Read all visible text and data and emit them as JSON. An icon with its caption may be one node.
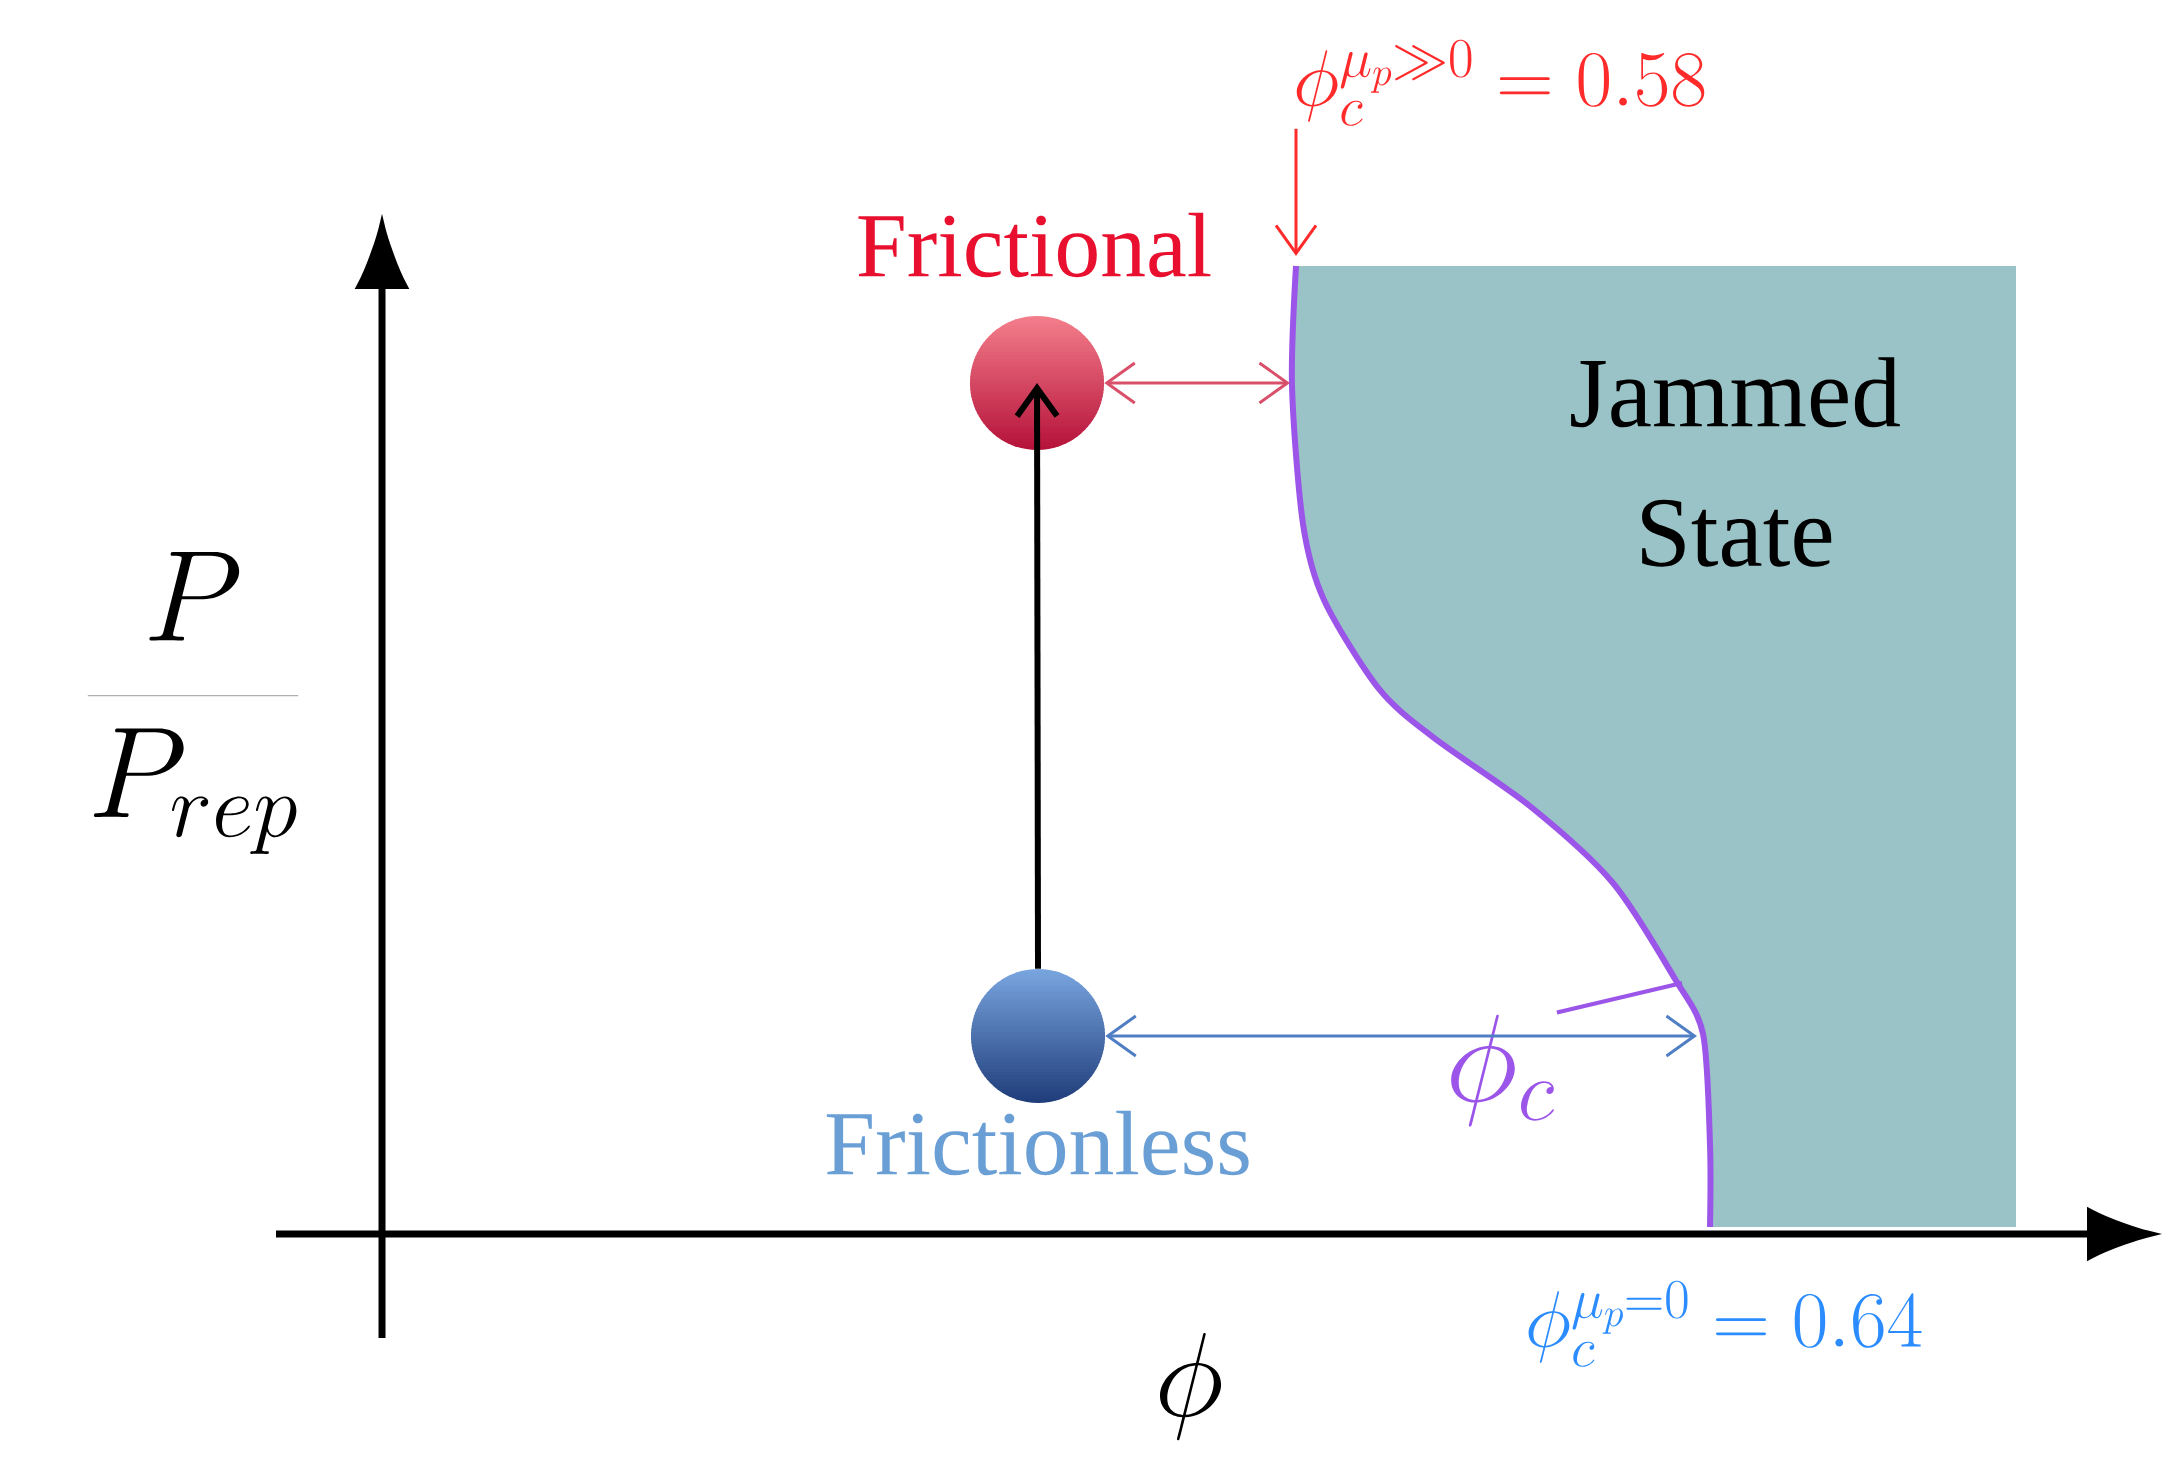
{
  "diagram": {
    "nodes": [
      {
        "text": [
          "Frictional"
        ]
      },
      {
        "text": [
          "Frictionless"
        ]
      },
      {
        "text": [
          "Jammed State"
        ]
      },
      {
        "text": [
          "\\phi_c^{\\mu_p\\gg 0} = 0.58"
        ]
      },
      {
        "text": [
          "\\phi_c"
        ]
      }
    ],
    "edges": [
      {
        "from": 1,
        "to": 0,
        "arrow": "to",
        "color": "#000000"
      },
      {
        "from": 0,
        "to": 2,
        "arrow": "both",
        "color": "#d9506a"
      },
      {
        "from": 1,
        "to": 2,
        "arrow": "both",
        "color": "#4f7ec4"
      },
      {
        "from": 3,
        "to": 2,
        "arrow": "to",
        "color": "#ff2a2a"
      },
      {
        "from": 4,
        "to": 2,
        "arrow": "none",
        "color": "#9b55e8"
      }
    ],
    "labels": [
      "\\frac{P}{P_{rep}}",
      "\\phi",
      "\\phi_c^{\\mu_p=0} = 0.64"
    ]
  }
}
